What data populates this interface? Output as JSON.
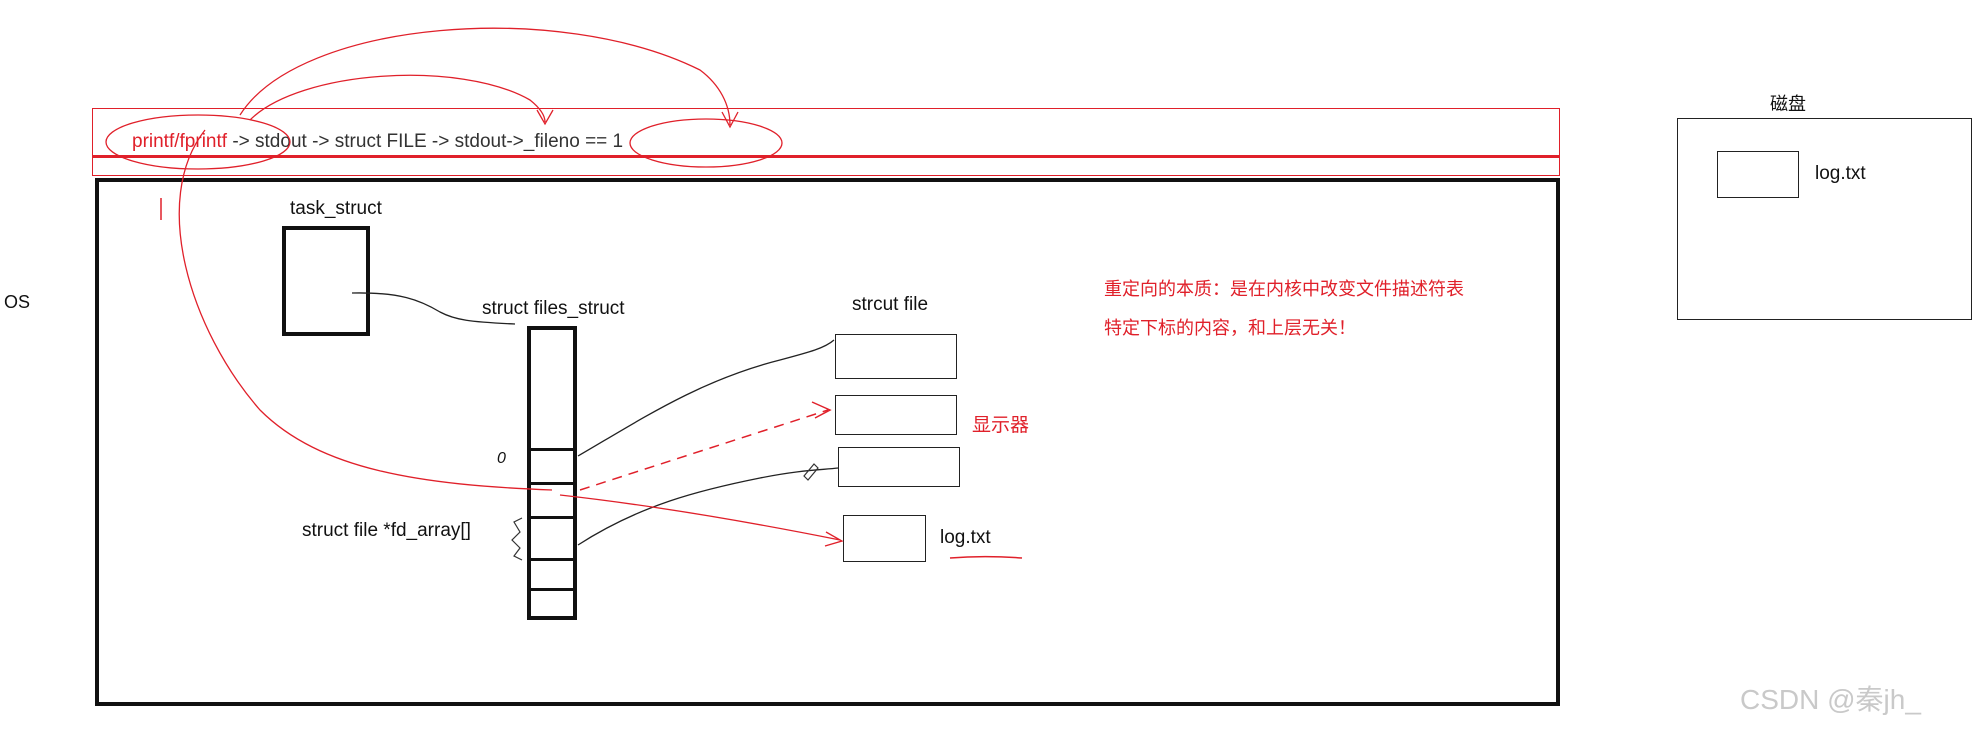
{
  "os_label": "OS",
  "chain": {
    "text_parts": [
      {
        "text": "printf/fprintf",
        "color": "#e0202a"
      },
      {
        "text": " -> stdout -> struct FILE -> stdout->",
        "color": "#333333"
      },
      {
        "text": "_fileno == 1",
        "color": "#333333"
      }
    ]
  },
  "task_struct": {
    "label": "task_struct"
  },
  "files_struct": {
    "label": "struct files_struct",
    "index_zero": "0",
    "fd_array_label": "struct file *fd_array[]"
  },
  "file_objects": {
    "label": "strcut file",
    "display_label": "显示器",
    "log_label": "log.txt"
  },
  "note": {
    "line1": "重定向的本质：是在内核中改变文件描述符表",
    "line2": "特定下标的内容，和上层无关！"
  },
  "disk": {
    "title": "磁盘",
    "file_label": "log.txt"
  },
  "watermark": "CSDN @秦jh_",
  "colors": {
    "accent": "#e0202a",
    "ink": "#111111"
  }
}
